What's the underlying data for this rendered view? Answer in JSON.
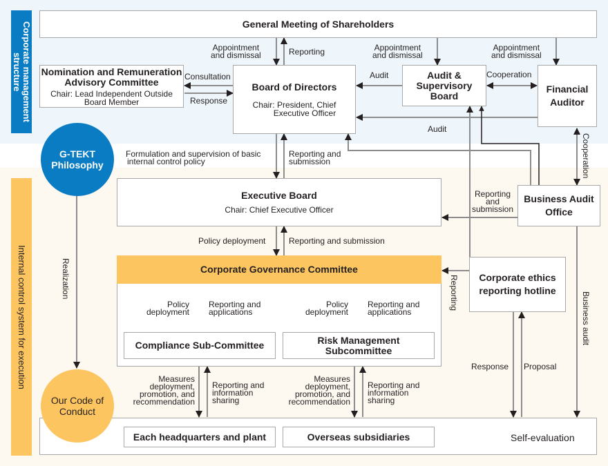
{
  "bands": {
    "top_label": "Corporate management structure",
    "bottom_label": "Internal control system for execution"
  },
  "colors": {
    "corporate_blue": "#0a7cc4",
    "execution_yellow": "#fcc560",
    "top_band_bg": "#eef6fb",
    "bottom_band_bg": "#fdf8f0",
    "line_gray": "#8c8c8c"
  },
  "nodes": {
    "shareholders": {
      "title": "General Meeting of Shareholders"
    },
    "nomination": {
      "title": "Nomination and Remuneration Advisory Committee",
      "title_line1": "Nomination and Remuneration",
      "title_line2": "Advisory Committee",
      "sub_line1": "Chair: Lead Independent Outside",
      "sub_line2": "Board Member"
    },
    "board": {
      "title": "Board of Directors",
      "sub_line1": "Chair: President, Chief",
      "sub_line2": "Executive Officer"
    },
    "audit_board": {
      "line1": "Audit &",
      "line2": "Supervisory",
      "line3": "Board"
    },
    "financial_auditor": {
      "line1": "Financial",
      "line2": "Auditor"
    },
    "executive_board": {
      "title": "Executive Board",
      "sub": "Chair: Chief Executive Officer"
    },
    "business_audit": {
      "line1": "Business Audit",
      "line2": "Office"
    },
    "governance_committee": {
      "title": "Corporate Governance Committee"
    },
    "ethics_hotline": {
      "line1": "Corporate ethics",
      "line2": "reporting hotline"
    },
    "compliance": {
      "title": "Compliance Sub-Committee"
    },
    "risk": {
      "line1": "Risk Management",
      "line2": "Subcommittee"
    },
    "headquarters": {
      "title": "Each headquarters and plant"
    },
    "overseas": {
      "title": "Overseas subsidiaries"
    },
    "self_eval": {
      "title": "Self-evaluation"
    },
    "philosophy": {
      "line1": "G-TEKT",
      "line2": "Philosophy"
    },
    "code_of_conduct": {
      "line1": "Our Code of",
      "line2": "Conduct"
    }
  },
  "labels": {
    "appoint_board": [
      "Appointment",
      "and dismissal"
    ],
    "reporting_to_gm": "Reporting",
    "appoint_audit": [
      "Appointment",
      "and dismissal"
    ],
    "appoint_fin": [
      "Appointment",
      "and dismissal"
    ],
    "consultation": "Consultation",
    "response_nom": "Response",
    "audit_board_to_board": "Audit",
    "cooperation_top": "Cooperation",
    "audit_fin_to_board": "Audit",
    "formulation": [
      "Formulation and supervision of basic",
      "internal control policy"
    ],
    "reporting_submission_board": [
      "Reporting and",
      "submission"
    ],
    "cooperation_vertical": "Cooperation",
    "reporting_bao": [
      "Reporting",
      "and",
      "submission"
    ],
    "policy_deployment_exec": "Policy deployment",
    "reporting_submission_exec": "Reporting and submission",
    "reporting_hotline": "Reporting",
    "realization": "Realization",
    "business_audit_vertical": "Business audit",
    "policy_comp": [
      "Policy",
      "deployment"
    ],
    "reporting_comp": [
      "Reporting and",
      "applications"
    ],
    "policy_risk": [
      "Policy",
      "deployment"
    ],
    "reporting_risk": [
      "Reporting and",
      "applications"
    ],
    "measures_hq": [
      "Measures",
      "deployment,",
      "promotion, and",
      "recommendation"
    ],
    "sharing_hq": [
      "Reporting and",
      "information",
      "sharing"
    ],
    "measures_os": [
      "Measures",
      "deployment,",
      "promotion, and",
      "recommendation"
    ],
    "sharing_os": [
      "Reporting and",
      "information",
      "sharing"
    ],
    "response_hotline": "Response",
    "proposal_hotline": "Proposal"
  }
}
